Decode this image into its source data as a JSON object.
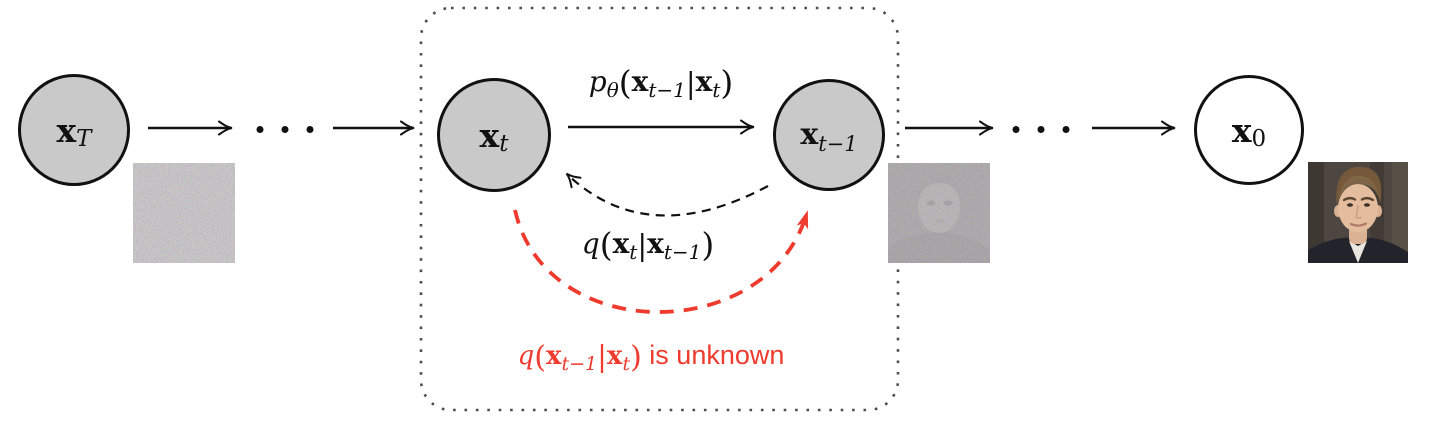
{
  "diagram": {
    "ellipsis": "⋯",
    "colors": {
      "node_fill": "#c9c9c9",
      "node_fill_final": "#ffffff",
      "stroke": "#111111",
      "accent_red": "#ee3b2d",
      "box_dots": "#4d4d4d"
    },
    "nodes": [
      {
        "base": "x",
        "sub": "T"
      },
      {
        "base": "x",
        "sub": "t"
      },
      {
        "base": "x",
        "sub": "t−1"
      },
      {
        "base": "x",
        "sub": "0"
      }
    ],
    "labels": {
      "reverse": {
        "fn": "p",
        "fnsub": "θ",
        "lp": "(",
        "arg1": "x",
        "arg1sub": "t−1",
        "bar": "|",
        "arg2": "x",
        "arg2sub": "t",
        "rp": ")"
      },
      "forward": {
        "fn": "q",
        "lp": "(",
        "arg1": "x",
        "arg1sub": "t",
        "bar": "|",
        "arg2": "x",
        "arg2sub": "t−1",
        "rp": ")"
      },
      "unknown": {
        "fn": "q",
        "lp": "(",
        "arg1": "x",
        "arg1sub": "t−1",
        "bar": "|",
        "arg2": "x",
        "arg2sub": "t",
        "rp": ")",
        "suffix": " is unknown"
      }
    },
    "images": {
      "noise": "gaussian-noise-thumbnail",
      "noisy_face": "noisy-face-thumbnail",
      "face": "face-photo-thumbnail"
    }
  }
}
